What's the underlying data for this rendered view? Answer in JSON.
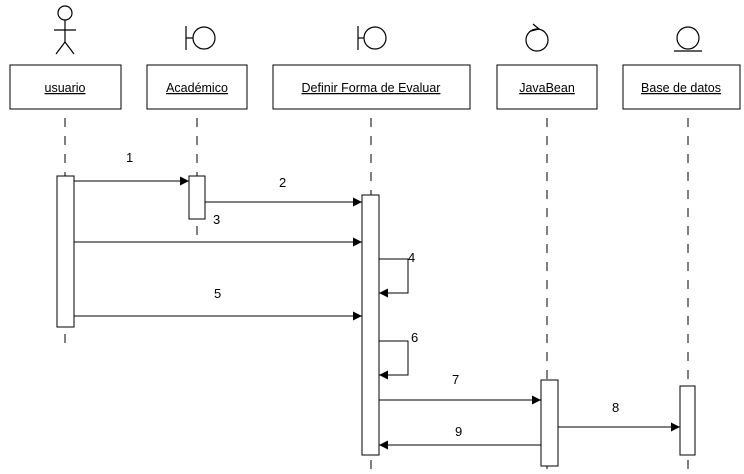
{
  "diagram": {
    "participants": [
      {
        "id": "usuario",
        "name": "usuario",
        "kind": "actor"
      },
      {
        "id": "academico",
        "name": "Académico",
        "kind": "boundary"
      },
      {
        "id": "definir",
        "name": "Definir Forma de Evaluar",
        "kind": "boundary"
      },
      {
        "id": "javabean",
        "name": "JavaBean",
        "kind": "control"
      },
      {
        "id": "bd",
        "name": "Base de datos",
        "kind": "entity"
      }
    ],
    "messages": [
      {
        "label": "1",
        "from": "usuario",
        "to": "academico"
      },
      {
        "label": "2",
        "from": "academico",
        "to": "definir"
      },
      {
        "label": "3",
        "from": "usuario",
        "to": "definir"
      },
      {
        "label": "4",
        "from": "definir",
        "to": "definir"
      },
      {
        "label": "5",
        "from": "usuario",
        "to": "definir"
      },
      {
        "label": "6",
        "from": "definir",
        "to": "definir"
      },
      {
        "label": "7",
        "from": "definir",
        "to": "javabean"
      },
      {
        "label": "8",
        "from": "javabean",
        "to": "bd"
      },
      {
        "label": "9",
        "from": "javabean",
        "to": "definir"
      }
    ]
  }
}
